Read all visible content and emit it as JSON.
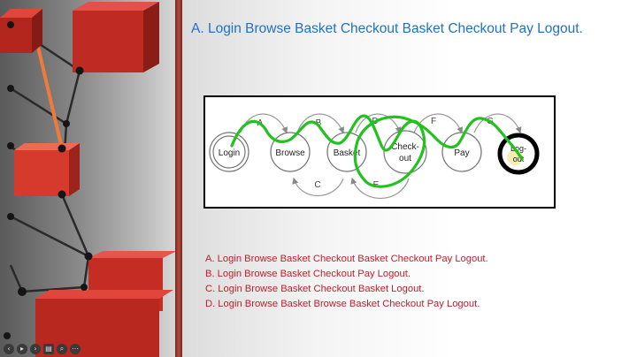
{
  "slide": {
    "title": "A. Login Browse Basket Checkout Basket Checkout Pay Logout."
  },
  "diagram": {
    "states": [
      "Login",
      "Browse",
      "Basket",
      "Check-",
      "out",
      "Pay",
      "Log-",
      "out"
    ],
    "transitions": [
      "A",
      "B",
      "C",
      "D",
      "E",
      "F",
      "G"
    ]
  },
  "options": [
    "A. Login Browse Basket Checkout Basket Checkout Pay Logout.",
    "B. Login Browse Basket Checkout Pay Logout.",
    "C. Login Browse Basket Checkout Basket Logout.",
    "D. Login Browse Basket Browse Basket Checkout Pay Logout."
  ],
  "colors": {
    "title": "#1f72c6",
    "options": "#c0202c",
    "trace": "#22c21e",
    "accent_red": "#c8302a"
  },
  "player_controls": {
    "icons": [
      "prev-icon",
      "play-icon",
      "next-icon",
      "slides-icon",
      "zoom-icon",
      "more-icon"
    ]
  }
}
